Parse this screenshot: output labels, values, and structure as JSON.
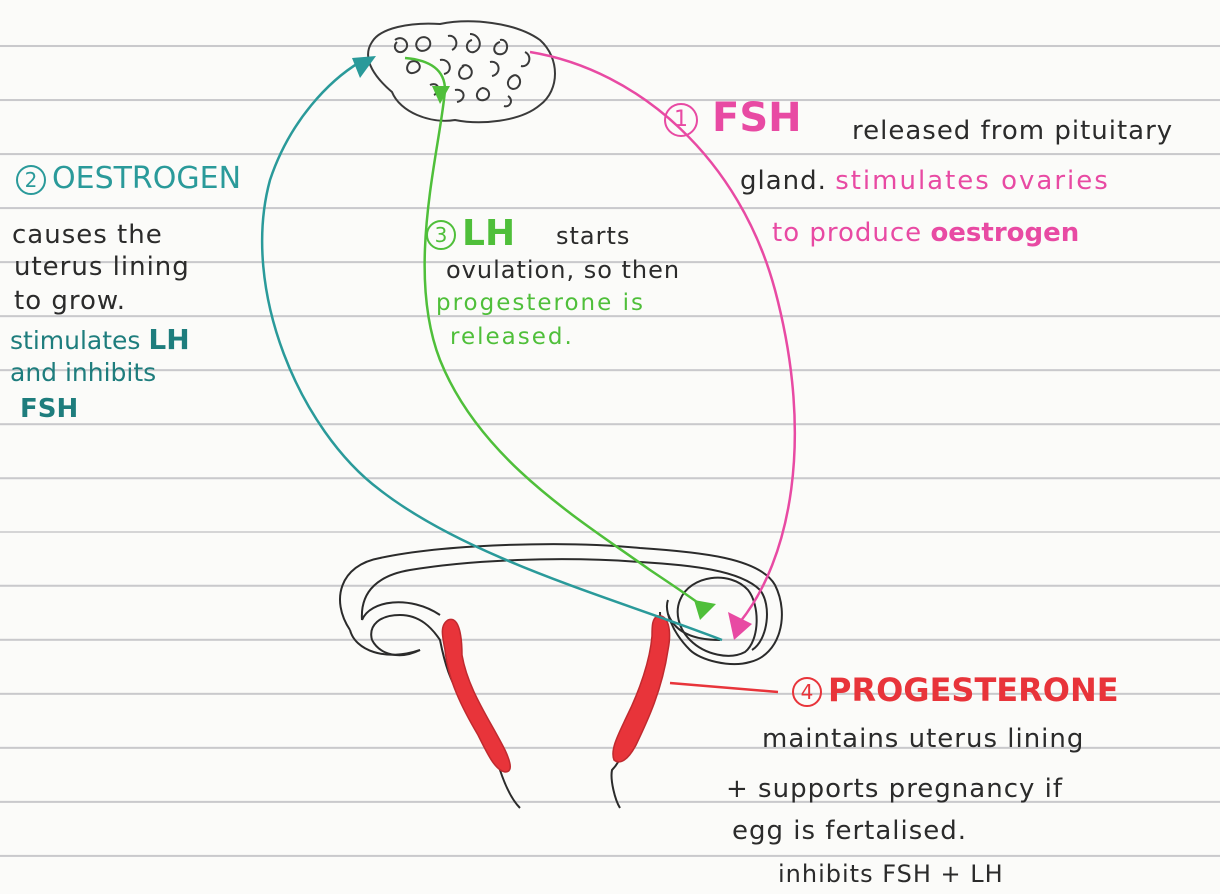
{
  "fsh": {
    "number": "1",
    "title": "FSH",
    "line1": "released from pituitary",
    "line2a": "gland.",
    "line2b": "stimulates ovaries",
    "line3a": "to produce",
    "line3b": "oestrogen"
  },
  "oestrogen": {
    "number": "2",
    "title": "OESTROGEN",
    "lines": [
      "causes the",
      "uterus lining",
      "to grow."
    ],
    "stim_a": "stimulates",
    "stim_b": "LH",
    "inhib": "and inhibits",
    "inhib_b": "FSH"
  },
  "lh": {
    "number": "3",
    "title": "LH",
    "line1": "starts",
    "line2": "ovulation, so then",
    "line3": "progesterone is",
    "line4": "released."
  },
  "progesterone": {
    "number": "4",
    "title": "PROGESTERONE",
    "lines": [
      "maintains uterus lining",
      "+ supports pregnancy if",
      "egg is fertalised.",
      "inhibits FSH + LH"
    ]
  },
  "colors": {
    "fsh": "#e84aa3",
    "oestrogen": "#2a9a9a",
    "lh": "#4fbf3a",
    "progesterone": "#e8343a",
    "ink": "#2b2b2b"
  },
  "icons": [
    "pituitary-gland-drawing",
    "uterus-drawing"
  ]
}
